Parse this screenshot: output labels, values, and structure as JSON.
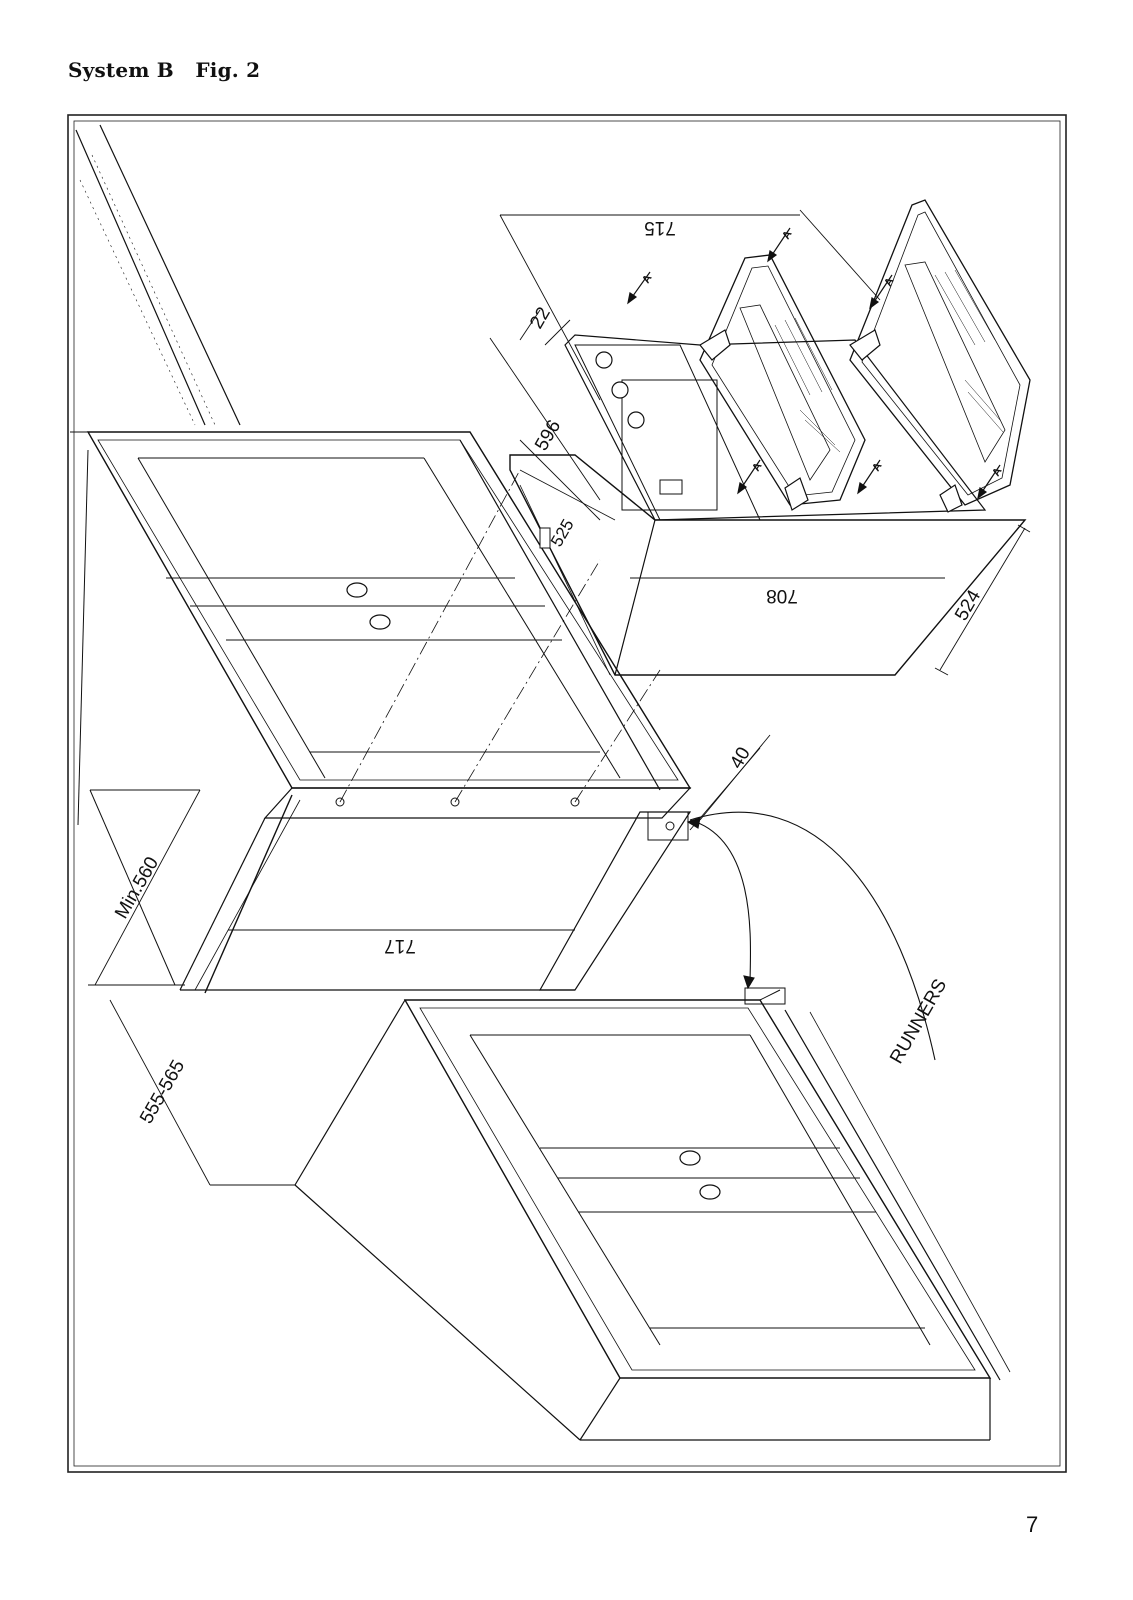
{
  "page": {
    "heading": "System B   Fig. 2",
    "page_number": "7"
  },
  "drawing": {
    "dimensions": {
      "d715": "715",
      "d22": "22",
      "d596": "596",
      "d525": "525",
      "d708": "708",
      "d524": "524",
      "d40": "40",
      "min560": "Min.560",
      "d717": "717",
      "d555_565": "555-565"
    },
    "labels": {
      "runners": "RUNNERS",
      "direction_marker": "A"
    },
    "colors": {
      "line": "#111111",
      "frame": "#222222",
      "paper": "#ffffff"
    }
  }
}
